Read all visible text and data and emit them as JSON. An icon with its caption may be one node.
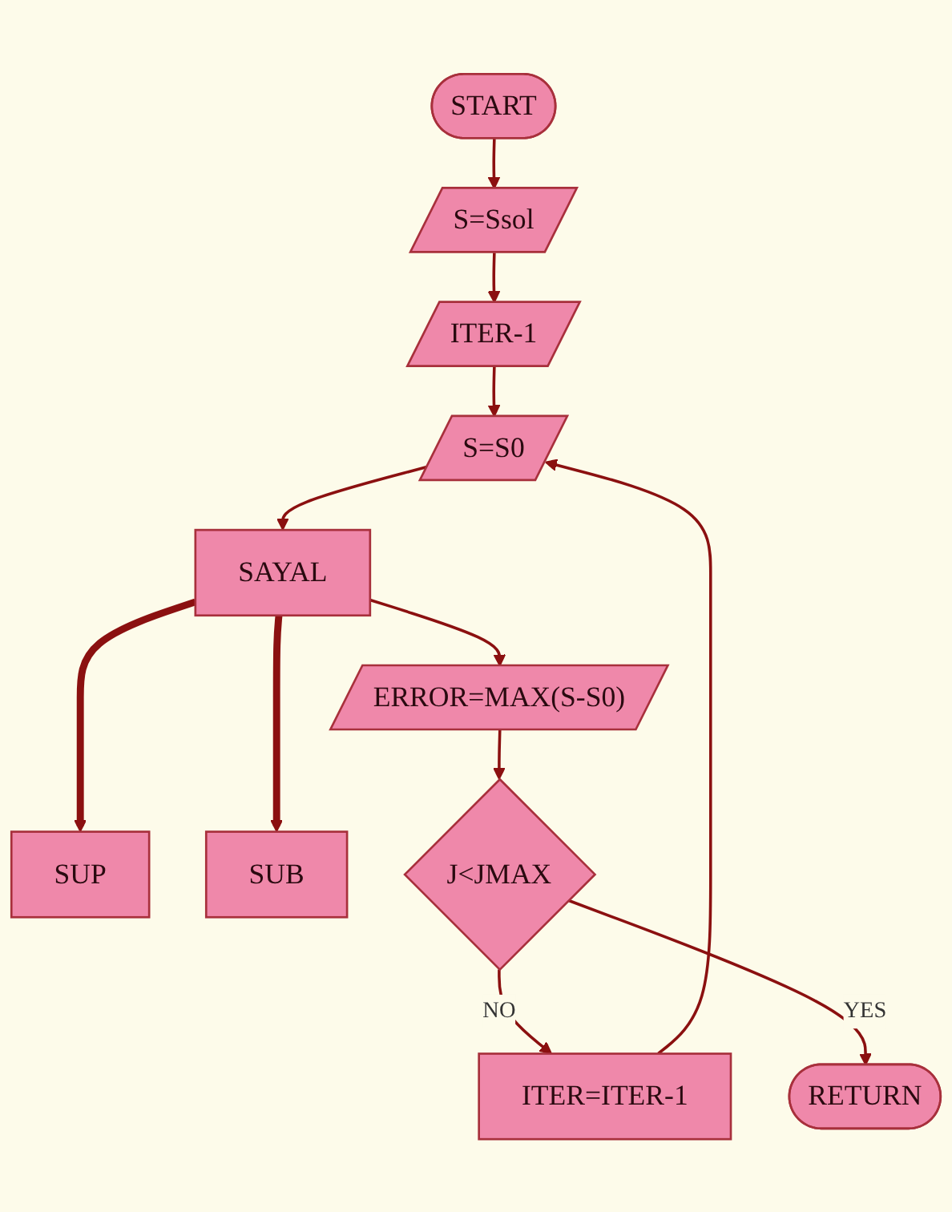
{
  "diagram": {
    "nodes": [
      {
        "text": [
          "START"
        ]
      },
      {
        "text": [
          "S=Ssol"
        ]
      },
      {
        "text": [
          "ITER-1"
        ]
      },
      {
        "text": [
          "S=S0"
        ]
      },
      {
        "text": [
          "SAYAL"
        ]
      },
      {
        "text": [
          "SUP"
        ]
      },
      {
        "text": [
          "SUB"
        ]
      },
      {
        "text": [
          "ERROR=MAX(S-S0)"
        ]
      },
      {
        "text": [
          "J<JMAX"
        ]
      },
      {
        "text": [
          "ITER=ITER-1"
        ]
      },
      {
        "text": [
          "RETURN"
        ]
      }
    ],
    "edges": [
      {
        "from": 0,
        "to": 1,
        "arrow": "to"
      },
      {
        "from": 1,
        "to": 2,
        "arrow": "to"
      },
      {
        "from": 2,
        "to": 3,
        "arrow": "to"
      },
      {
        "from": 3,
        "to": 4,
        "arrow": "to"
      },
      {
        "from": 4,
        "to": 5,
        "arrow": "to",
        "style": "thick"
      },
      {
        "from": 4,
        "to": 6,
        "arrow": "to",
        "style": "thick"
      },
      {
        "from": 4,
        "to": 7,
        "arrow": "to"
      },
      {
        "from": 7,
        "to": 8,
        "arrow": "to"
      },
      {
        "from": 8,
        "to": 9,
        "arrow": "to",
        "label": "NO"
      },
      {
        "from": 8,
        "to": 10,
        "arrow": "to",
        "label": "YES"
      },
      {
        "from": 9,
        "to": 3,
        "arrow": "to"
      }
    ]
  }
}
